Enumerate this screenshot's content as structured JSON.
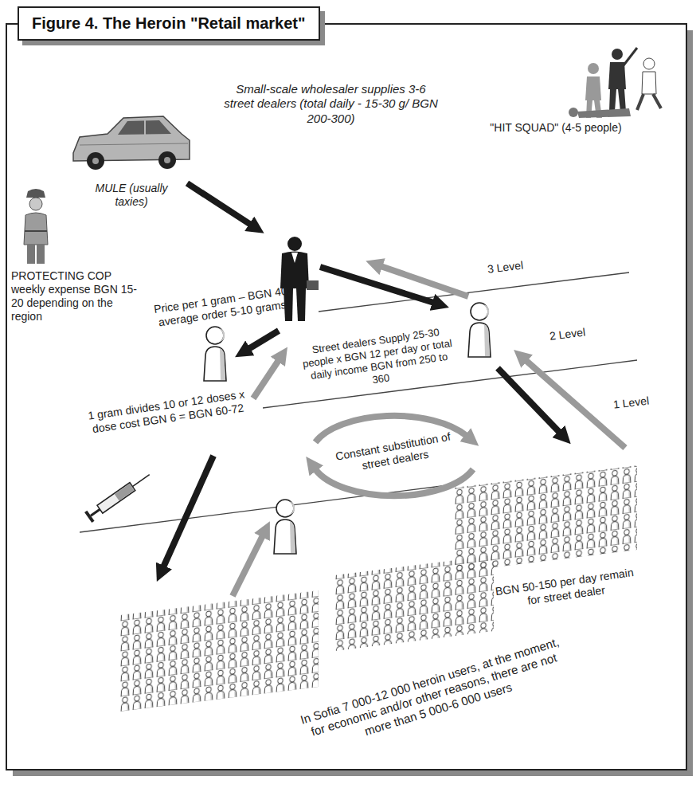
{
  "diagram": {
    "title": "Figure 4. The Heroin \"Retail market\"",
    "labels": [
      "Small-scale wholesaler supplies 3-6 street dealers (total daily - 15-30 g/ BGN 200-300)",
      "\"HIT SQUAD\" (4-5 people)",
      "MULE (usually taxies)",
      "3 Level",
      "PROTECTING COP weekly expense BGN 15-20 depending on the region",
      "Price per 1 gram – BGN 40; average order 5-10 grams.",
      "Street dealers Supply 25-30 people x BGN 12 per day or total daily income BGN from 250 to 360",
      "2 Level",
      "1 gram divides 10 or 12 doses x dose cost BGN 6 = BGN 60-72",
      "1 Level",
      "BGN 50-150 per day remain for street dealer",
      "Constant substitution of street dealers",
      "In Sofia 7 000-12 000 heroin users, at the moment, for economic and/or other reasons, there are not more than 5 000-6 000 users"
    ]
  }
}
